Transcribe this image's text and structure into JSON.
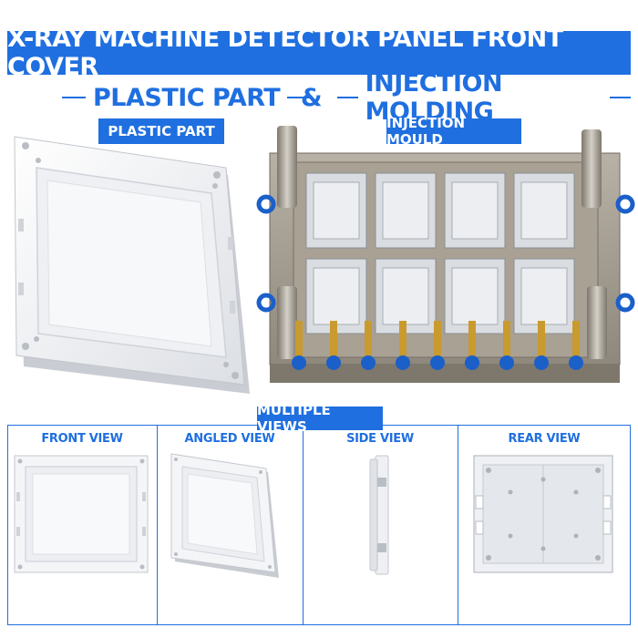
{
  "header": {
    "title": "X-RAY MACHINE DETECTOR PANEL FRONT COVER"
  },
  "left_section": {
    "heading": "PLASTIC PART",
    "badge": "PLASTIC PART"
  },
  "joiner": "&",
  "right_section": {
    "heading": "INJECTION MOLDING",
    "badge": "INJECTION MOULD"
  },
  "views": {
    "label": "MULTIPLE VIEWS",
    "items": [
      {
        "title": "FRONT VIEW"
      },
      {
        "title": "ANGLED VIEW"
      },
      {
        "title": "SIDE VIEW"
      },
      {
        "title": "REAR VIEW"
      }
    ]
  },
  "colors": {
    "accent": "#1f6fe0",
    "part_white": "#f4f5f7",
    "mould_steel": "#a49d90",
    "fitting_blue": "#1b5fc9",
    "fitting_brass": "#c99a2e"
  }
}
